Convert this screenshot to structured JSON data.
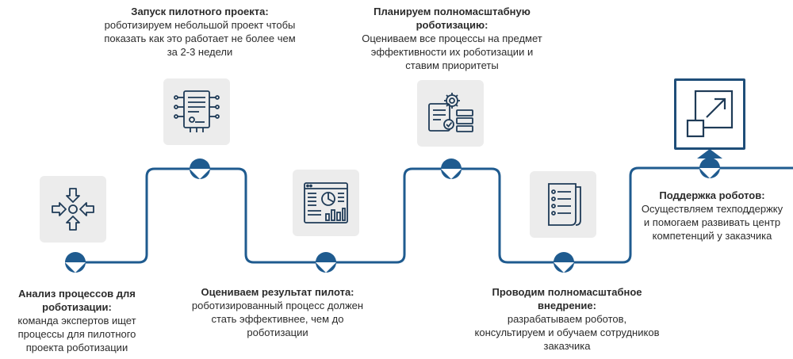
{
  "colors": {
    "line": "#1f5b8f",
    "node": "#1f5b8f",
    "box": "#ececec",
    "highlight": "#1f4e79",
    "icon": "#1f3b57"
  },
  "steps": [
    {
      "title": "Анализ процессов для роботизации:",
      "desc": "команда экспертов ищет процессы для пилотного проекта роботизации",
      "icon": "arrows-converge-icon"
    },
    {
      "title": "Запуск пилотного проекта:",
      "desc": "роботизируем небольшой проект чтобы показать как это работает не более чем за 2-3 недели",
      "icon": "document-circuit-icon"
    },
    {
      "title": "Оцениваем результат пилота:",
      "desc": "роботизированный процесс должен стать эффективнее, чем до роботизации",
      "icon": "dashboard-icon"
    },
    {
      "title": "Планируем полномасштабную роботизацию:",
      "desc": "Оцениваем все процессы на предмет эффективности их роботизации и ставим приоритеты",
      "icon": "gear-document-icon"
    },
    {
      "title": "Проводим полномасштабное внедрение:",
      "desc": "разрабатываем роботов, консультируем и обучаем сотрудников заказчика",
      "icon": "checklist-icon"
    },
    {
      "title": "Поддержка роботов:",
      "desc": "Осуществляем техподдержку и помогаем развивать центр компетенций у заказчика",
      "icon": "expand-arrow-icon"
    }
  ]
}
